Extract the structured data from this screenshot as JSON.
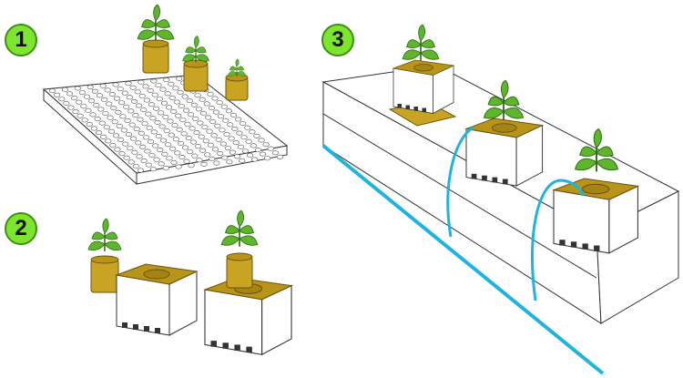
{
  "steps": [
    {
      "number": "1"
    },
    {
      "number": "2"
    },
    {
      "number": "3"
    }
  ],
  "colors": {
    "badge": "#7de52e",
    "plug": "#c9a322",
    "leaf": "#5fb52c",
    "irrigation": "#1fb3e0"
  }
}
